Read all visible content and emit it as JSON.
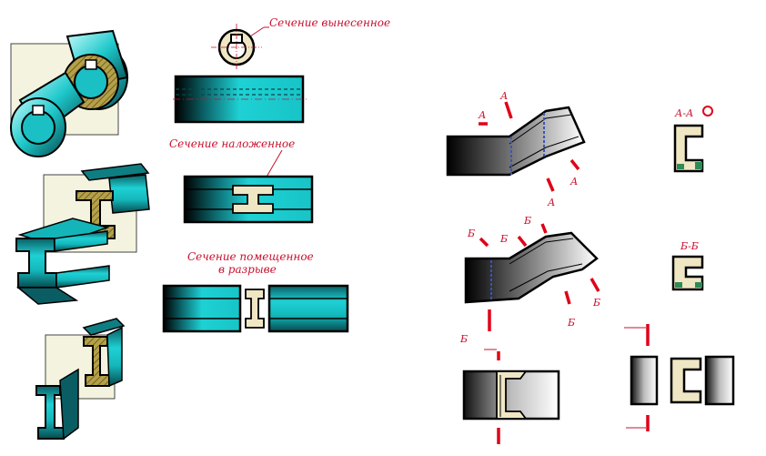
{
  "labels": {
    "removed_section": "Сечение вынесенное",
    "superimposed_section": "Сечение наложенное",
    "break_section_line1": "Сечение помещенное",
    "break_section_line2": "в разрыве"
  },
  "cut_letters": {
    "a": "А",
    "b": "Б"
  },
  "view_titles": {
    "aa": "А-А",
    "bb": "Б-Б"
  },
  "colors": {
    "cyan": "#19c6c9",
    "dark_cyan": "#0b6f74",
    "hatch": "#8a7a2a",
    "section_fill": "#efe6c3",
    "cut_line": "#e00018",
    "label": "#c8102e"
  }
}
